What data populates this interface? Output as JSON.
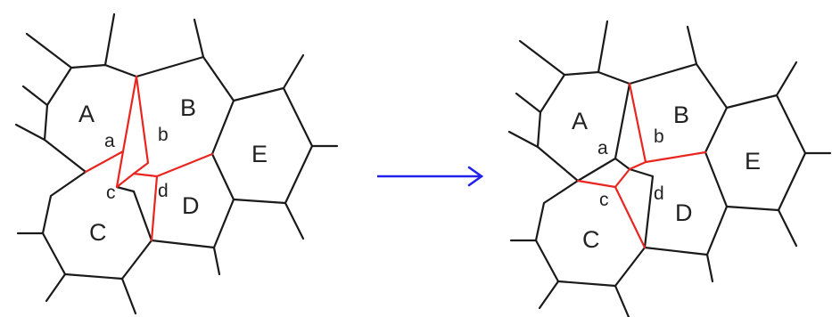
{
  "left_panel": {
    "cells": [
      "A",
      "B",
      "C",
      "D",
      "E"
    ],
    "edges": [
      "a",
      "b",
      "c",
      "d"
    ]
  },
  "right_panel": {
    "cells": [
      "A",
      "B",
      "C",
      "D",
      "E"
    ],
    "edges": [
      "a",
      "b",
      "c",
      "d"
    ]
  },
  "colors": {
    "edge_default": "#1a1a1a",
    "edge_highlight": "#e8251f",
    "arrow": "#2222ee"
  },
  "icons": {
    "transition_arrow": "right-arrow-icon"
  }
}
